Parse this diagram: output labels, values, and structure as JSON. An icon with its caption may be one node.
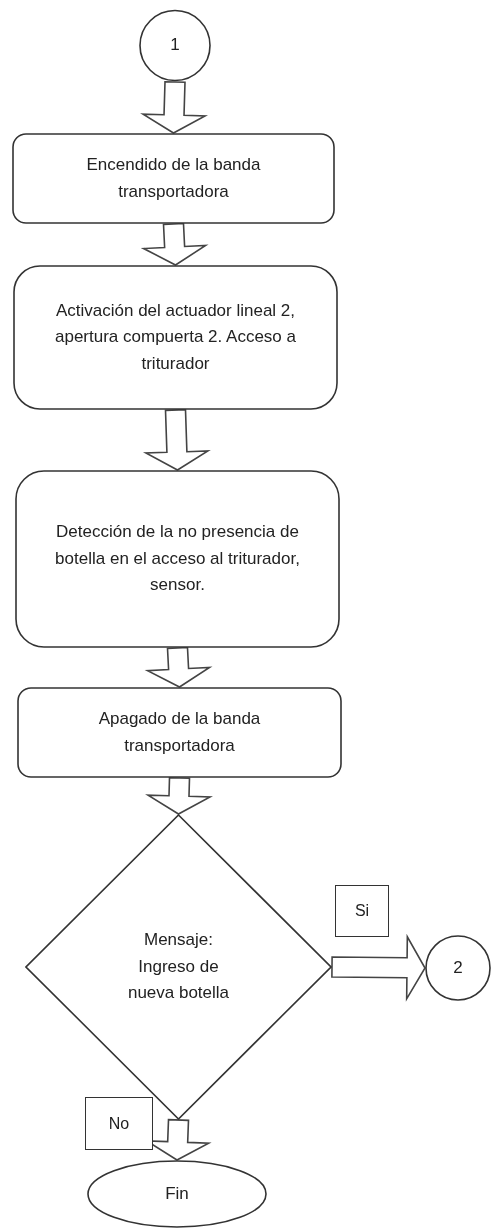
{
  "diagram": {
    "nodes": [
      {
        "text": [
          "1"
        ]
      },
      {
        "text": [
          "Encendido de la banda transportadora"
        ]
      },
      {
        "text": [
          "Activación del actuador lineal 2, apertura compuerta 2. Acceso a triturador"
        ]
      },
      {
        "text": [
          "Detección de la no presencia de botella en el acceso al triturador, sensor."
        ]
      },
      {
        "text": [
          "Apagado de la banda transportadora"
        ]
      },
      {
        "text": [
          "Mensaje: Ingreso de nueva botella"
        ]
      },
      {
        "text": [
          "2"
        ]
      },
      {
        "text": [
          "Fin"
        ]
      }
    ],
    "edges": [
      {
        "from": 0,
        "to": 1,
        "arrow": "to"
      },
      {
        "from": 1,
        "to": 2,
        "arrow": "to"
      },
      {
        "from": 2,
        "to": 3,
        "arrow": "to"
      },
      {
        "from": 3,
        "to": 4,
        "arrow": "to"
      },
      {
        "from": 4,
        "to": 5,
        "arrow": "to"
      },
      {
        "from": 5,
        "to": 6,
        "arrow": "to",
        "label": "Si"
      },
      {
        "from": 5,
        "to": 7,
        "arrow": "to",
        "label": "No"
      }
    ]
  }
}
